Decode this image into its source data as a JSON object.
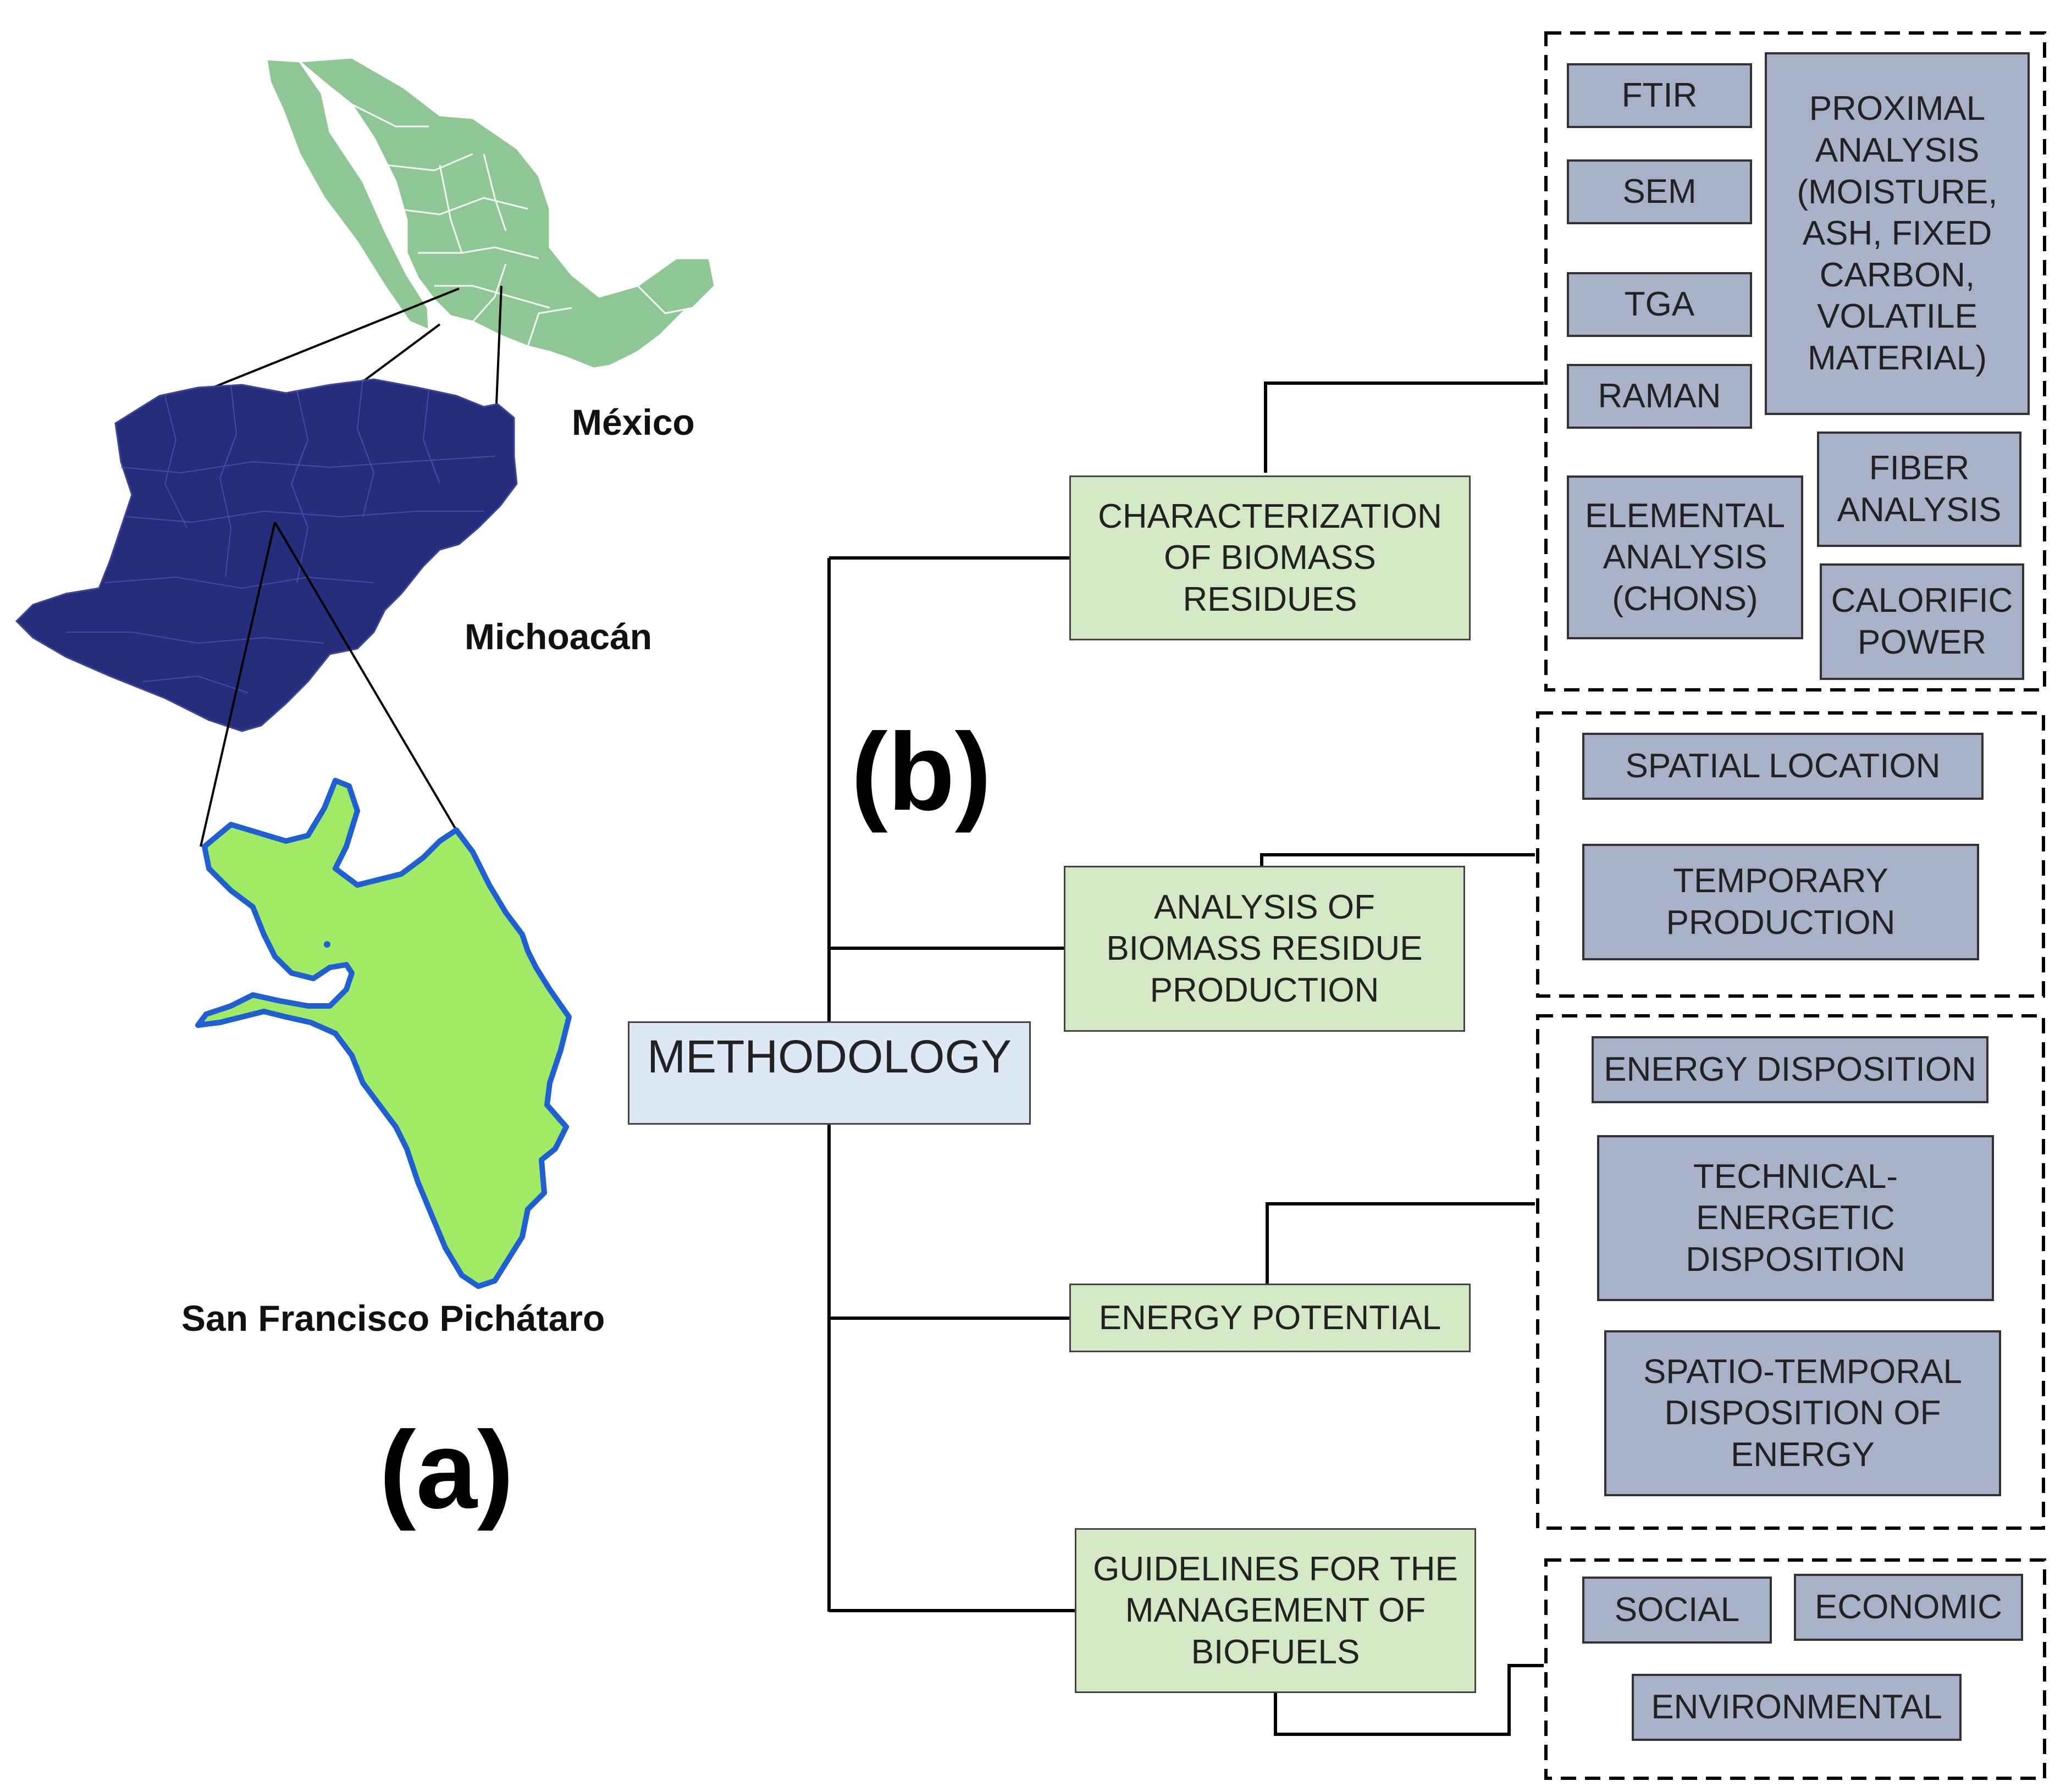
{
  "figure": {
    "panel_a_label": "(a)",
    "panel_b_label": "(b)"
  },
  "map": {
    "country_label": "México",
    "state_label": "Michoacán",
    "community_label": "San Francisco Pichátaro",
    "colors": {
      "mexico_fill": "#8fc794",
      "michoacan_fill": "#262d7d",
      "community_fill": "#a0ea66",
      "community_outline": "#1f5fd4"
    }
  },
  "diagram": {
    "root": "METHODOLOGY",
    "branches": [
      {
        "label": "CHARACTERIZATION\nOF BIOMASS\nRESIDUES",
        "items": [
          "FTIR",
          "SEM",
          "TGA",
          "RAMAN",
          "PROXIMAL\nANALYSIS\n(MOISTURE,\nASH, FIXED\nCARBON,\nVOLATILE\nMATERIAL)",
          "ELEMENTAL\nANALYSIS\n(CHONS)",
          "FIBER\nANALYSIS",
          "CALORIFIC\nPOWER"
        ]
      },
      {
        "label": "ANALYSIS OF\nBIOMASS RESIDUE\nPRODUCTION",
        "items": [
          "SPATIAL LOCATION",
          "TEMPORARY\nPRODUCTION"
        ]
      },
      {
        "label": "ENERGY POTENTIAL",
        "items": [
          "ENERGY DISPOSITION",
          "TECHNICAL-\nENERGETIC\nDISPOSITION",
          "SPATIO-TEMPORAL\nDISPOSITION OF\nENERGY"
        ]
      },
      {
        "label": "GUIDELINES FOR THE\nMANAGEMENT OF\nBIOFUELS",
        "items": [
          "SOCIAL",
          "ECONOMIC",
          "ENVIRONMENTAL"
        ]
      }
    ],
    "colors": {
      "branch_box": "#d3e8c5",
      "item_box": "#a7b1c7",
      "root_box": "#dde8f5"
    }
  }
}
